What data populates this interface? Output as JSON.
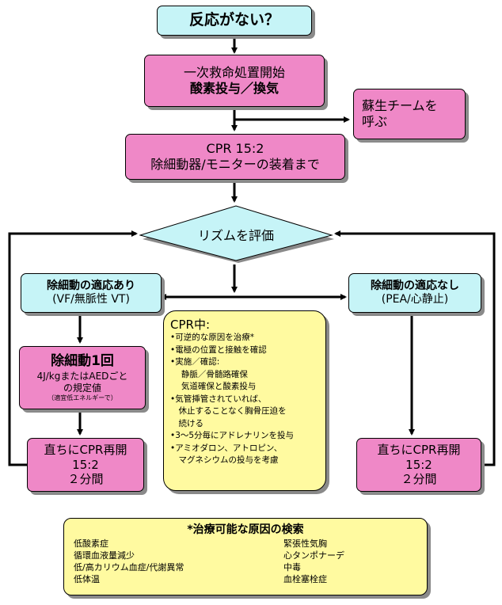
{
  "title": "反応がない？",
  "bls": {
    "line1": "一次救命処置開始",
    "line2": "酸素投与／換気"
  },
  "team": {
    "line1": "蘇生チームを",
    "line2": "呼ぶ"
  },
  "cpr_start": {
    "line1": "CPR 15:2",
    "line2": "除細動器/モニターの装着まで"
  },
  "rhythm": "リズムを評価",
  "shockable": {
    "line1": "除細動の適応あり",
    "line2": "(VF/無脈性 VT)"
  },
  "nonshockable": {
    "line1": "除細動の適応なし",
    "line2": "(PEA/心静止)"
  },
  "defib": {
    "line1": "除細動1回",
    "line2": "4J/kgまたはAEDごと",
    "line3": "の規定値",
    "line4": "（適宜低エネルギーで）"
  },
  "resume_left": {
    "line1": "直ちにCPR再開",
    "line2": "15:2",
    "line3": "２分間"
  },
  "resume_right": {
    "line1": "直ちにCPR再開",
    "line2": "15:2",
    "line3": "２分間"
  },
  "during_cpr": {
    "heading": "CPR中:",
    "items": [
      "•可逆的な原因を治療*",
      "•電極の位置と接触を確認",
      "•実施／確認:",
      "　 静脈／骨髄路確保",
      "　 気道確保と酸素投与",
      "•気管挿管されていれば、",
      "　休止することなく胸骨圧迫を",
      "　続ける",
      "•3～5分毎にアドレナリンを投与",
      "•アミオダロン、アトロピン、",
      "　マグネシウムの投与を考慮"
    ]
  },
  "causes": {
    "heading": "*治療可能な原因の検索",
    "left": [
      "低酸素症",
      "循環血液量減少",
      "低/高カリウム血症/代謝異常",
      "低体温"
    ],
    "right": [
      "緊張性気胸",
      "心タンポナーデ",
      "中毒",
      "血栓塞栓症"
    ]
  },
  "colors": {
    "cyan": "#c6f4f7",
    "pink": "#ef88c7",
    "yellow": "#fffaa0"
  }
}
